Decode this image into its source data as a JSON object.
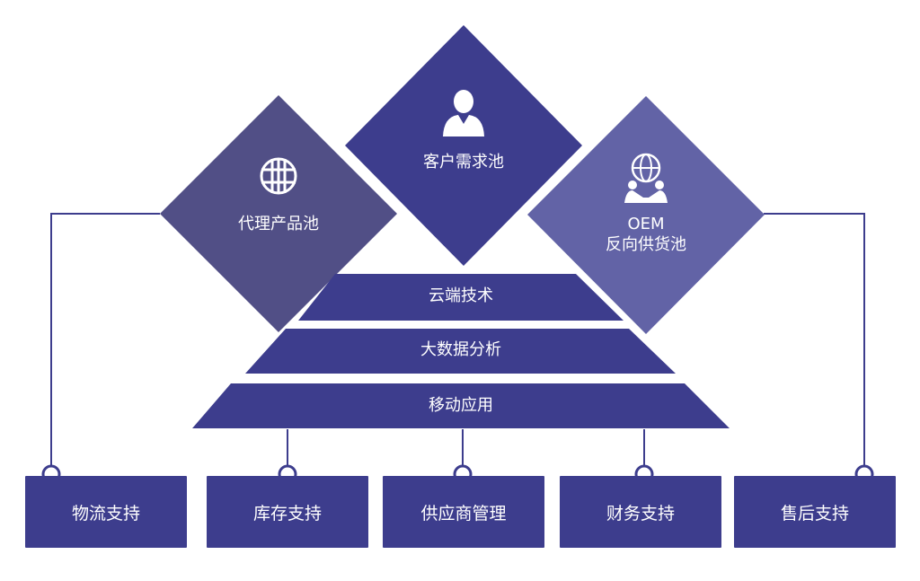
{
  "diamonds": {
    "customer_pool": "客户需求池",
    "agent_pool": "代理产品池",
    "oem_line1": "OEM",
    "oem_line2": "反向供货池"
  },
  "pyramid": {
    "top": "云端技术",
    "middle": "大数据分析",
    "bottom": "移动应用"
  },
  "supports": {
    "logistics": "物流支持",
    "inventory": "库存支持",
    "supplier": "供应商管理",
    "finance": "财务支持",
    "after_sales": "售后支持"
  },
  "colors": {
    "primary": "#3d3d8d",
    "agent_diamond": "#514f86",
    "oem_diamond": "#6263a6",
    "line": "#3d3d8d"
  },
  "icons": [
    "person-icon",
    "globe-grid-icon",
    "handshake-globe-icon"
  ]
}
